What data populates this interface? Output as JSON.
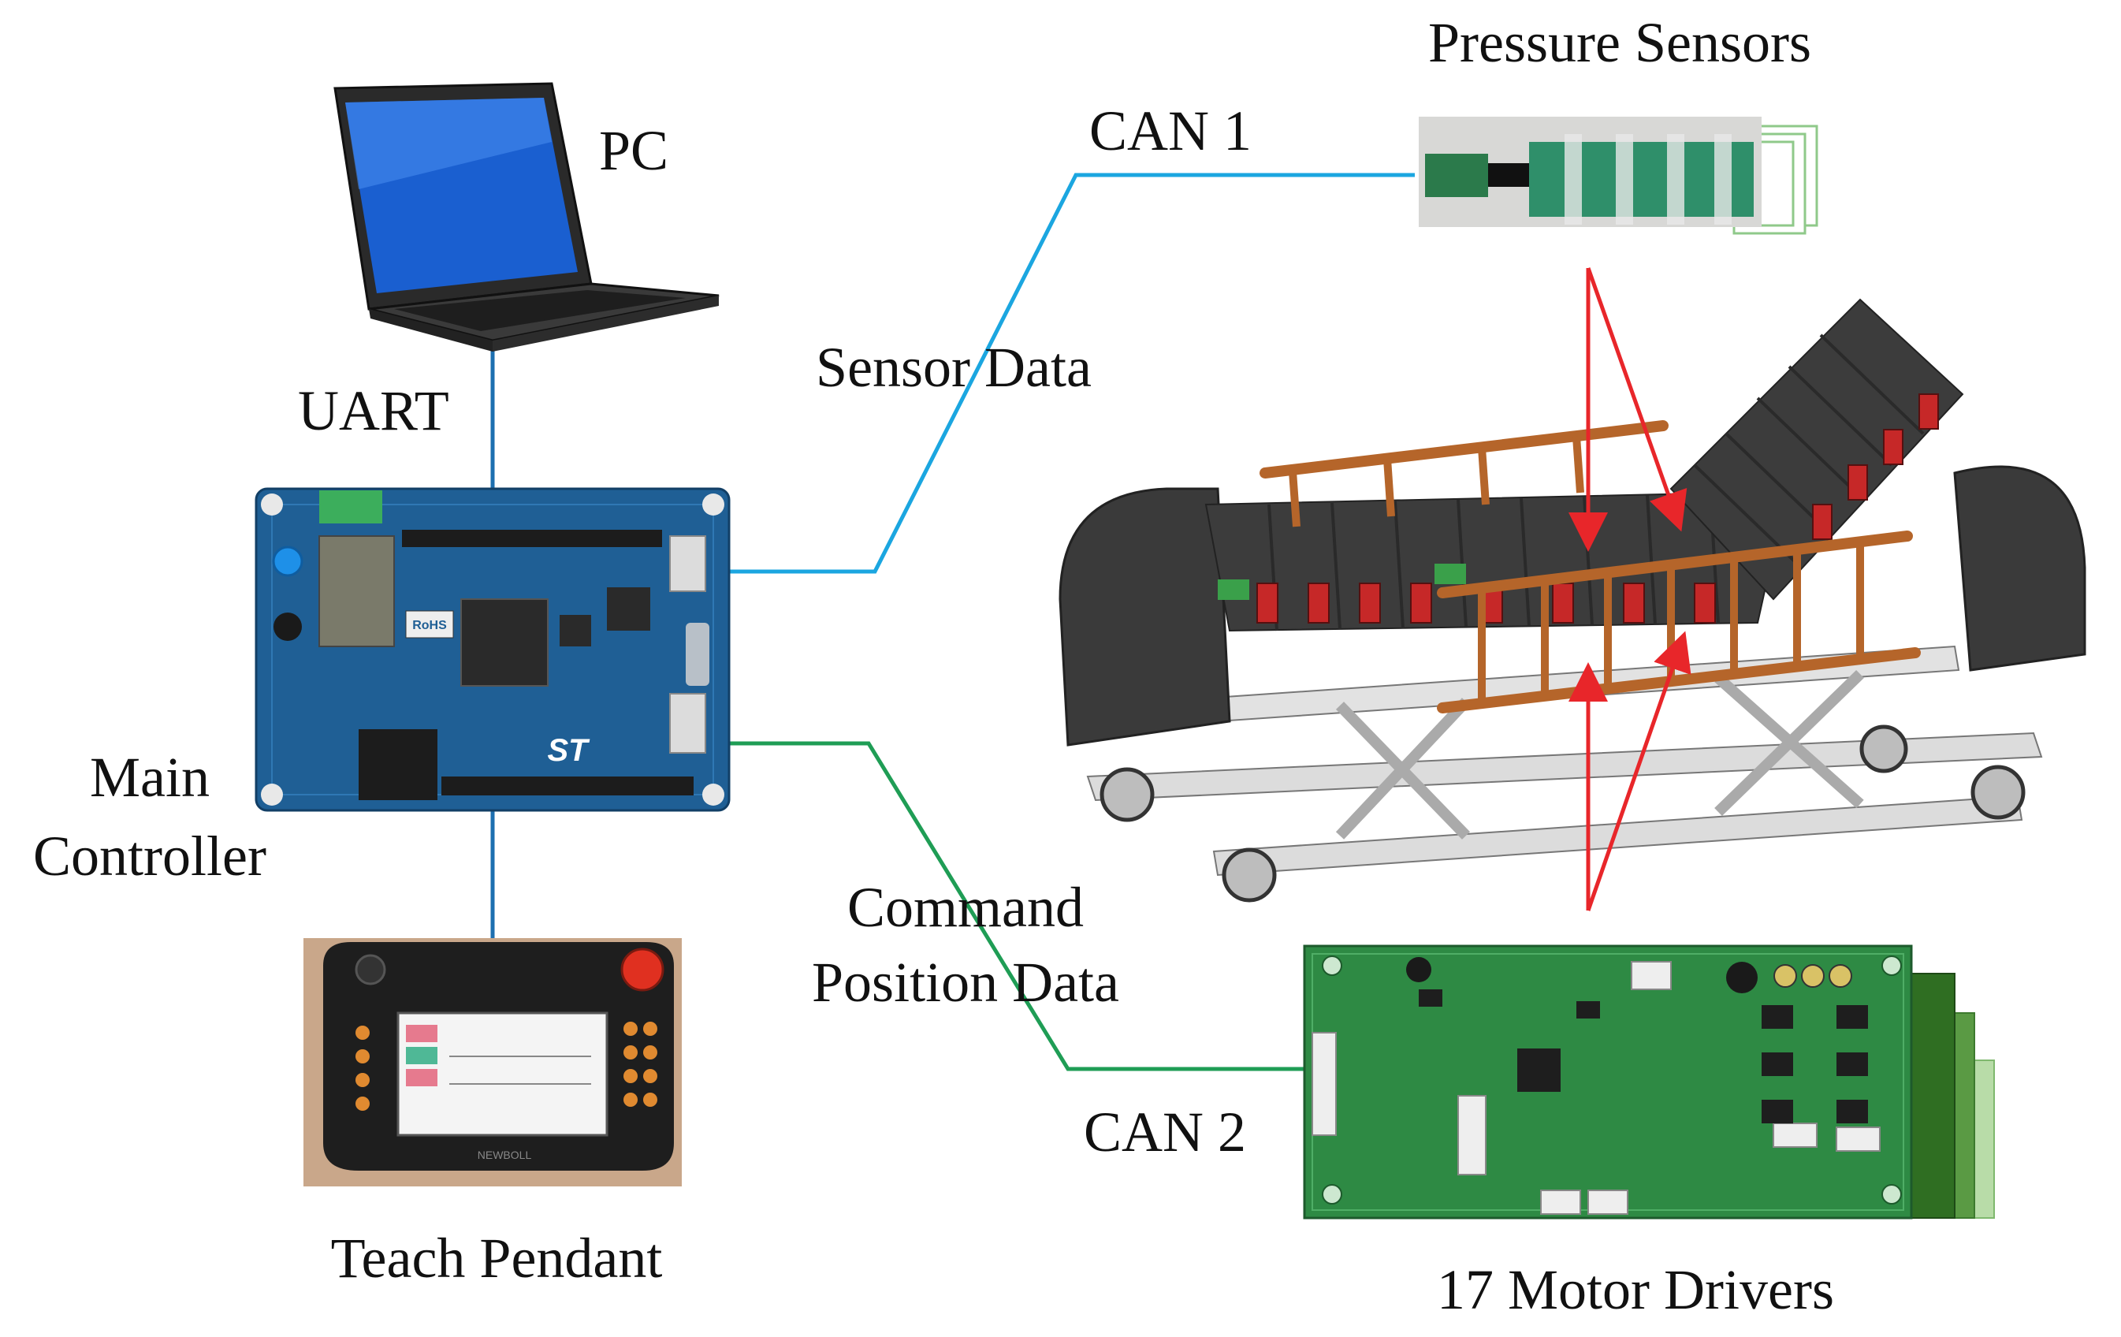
{
  "labels": {
    "pc": "PC",
    "uart": "UART",
    "main_controller_line1": "Main",
    "main_controller_line2": "Controller",
    "teach_pendant": "Teach Pendant",
    "can1": "CAN 1",
    "sensor_data": "Sensor Data",
    "pressure_sensors": "Pressure Sensors",
    "command_line1": "Command",
    "command_line2": "Position Data",
    "can2": "CAN 2",
    "motor_drivers": "17 Motor Drivers"
  },
  "board_text": {
    "rohs": "RoHS",
    "st_logo": "ST",
    "pendant_brand": "NEWBOLL"
  },
  "colors": {
    "can1_line": "#1ba6e0",
    "can2_line": "#1f9d55",
    "uart_line": "#1d6fb0",
    "arrows": "#e8262a",
    "rails": "#b5652a",
    "pcb_blue": "#1f5f95",
    "pcb_green": "#2e8a44",
    "mattress": "#3c3c3c",
    "frame": "#dcdcdc"
  },
  "icons": [
    "laptop-icon",
    "controller-board-icon",
    "teach-pendant-icon",
    "pressure-sensor-icon",
    "hospital-bed-icon",
    "motor-driver-board-icon"
  ]
}
